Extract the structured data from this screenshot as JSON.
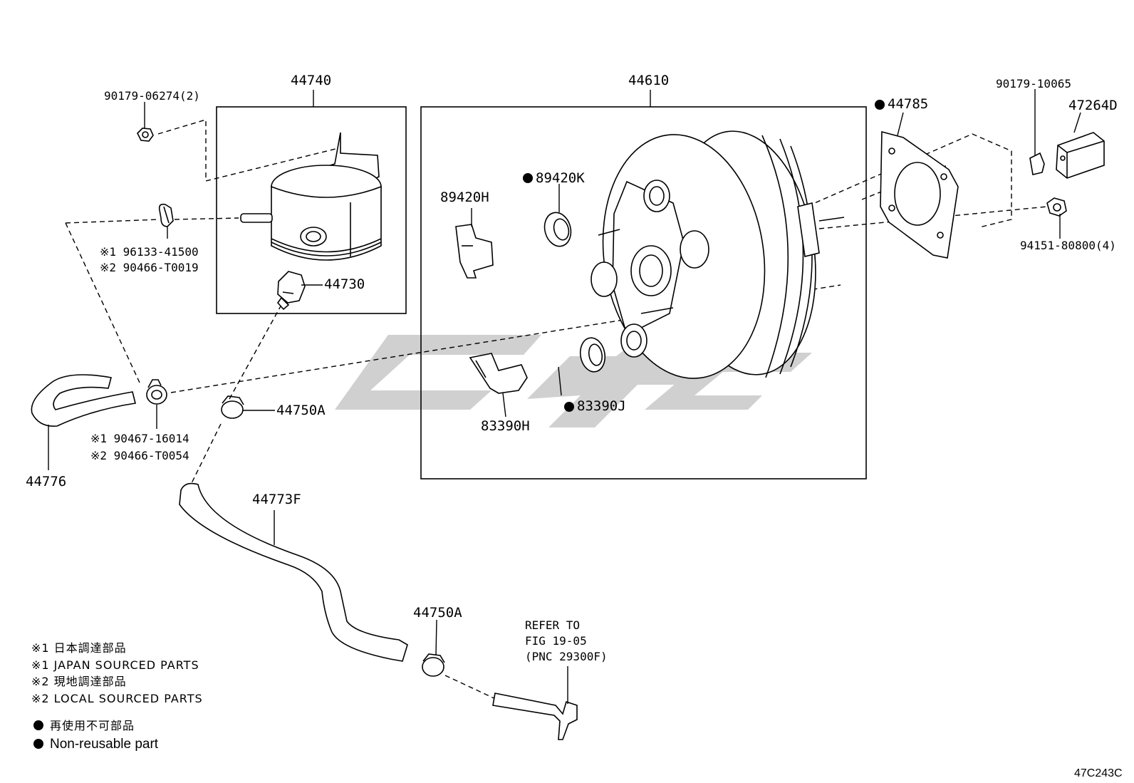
{
  "callouts": {
    "p44740": "44740",
    "p44610": "44610",
    "p44785": "44785",
    "p90179_10065": "90179-10065",
    "p47264D": "47264D",
    "p90179_06274": "90179-06274(2)",
    "p89420H": "89420H",
    "p89420K": "89420K",
    "p96133_line1": "※1 96133-41500",
    "p90466_line2": "※2 90466-T0019",
    "p44730": "44730",
    "p94151": "94151-80800(4)",
    "p90467_line1": "※1 90467-16014",
    "p90466_T0054": "※2 90466-T0054",
    "p44750A_upper": "44750A",
    "p83390J": "83390J",
    "p83390H": "83390H",
    "p44776": "44776",
    "p44773F": "44773F",
    "p44750A_lower": "44750A",
    "refer_line1": "REFER TO",
    "refer_line2": "FIG 19-05",
    "refer_line3": "(PNC 29300F)"
  },
  "legend": {
    "l1": "※1 日本調達部品",
    "l2": "※1 JAPAN SOURCED PARTS",
    "l3": "※2 現地調達部品",
    "l4": "※2 LOCAL SOURCED PARTS",
    "l5": "再使用不可部品",
    "l6": "Non-reusable part"
  },
  "diagram_code": "47C243C",
  "watermark_text": "GTGC",
  "colors": {
    "line": "#000000",
    "watermark": "#c8c8c8",
    "background": "#ffffff"
  }
}
